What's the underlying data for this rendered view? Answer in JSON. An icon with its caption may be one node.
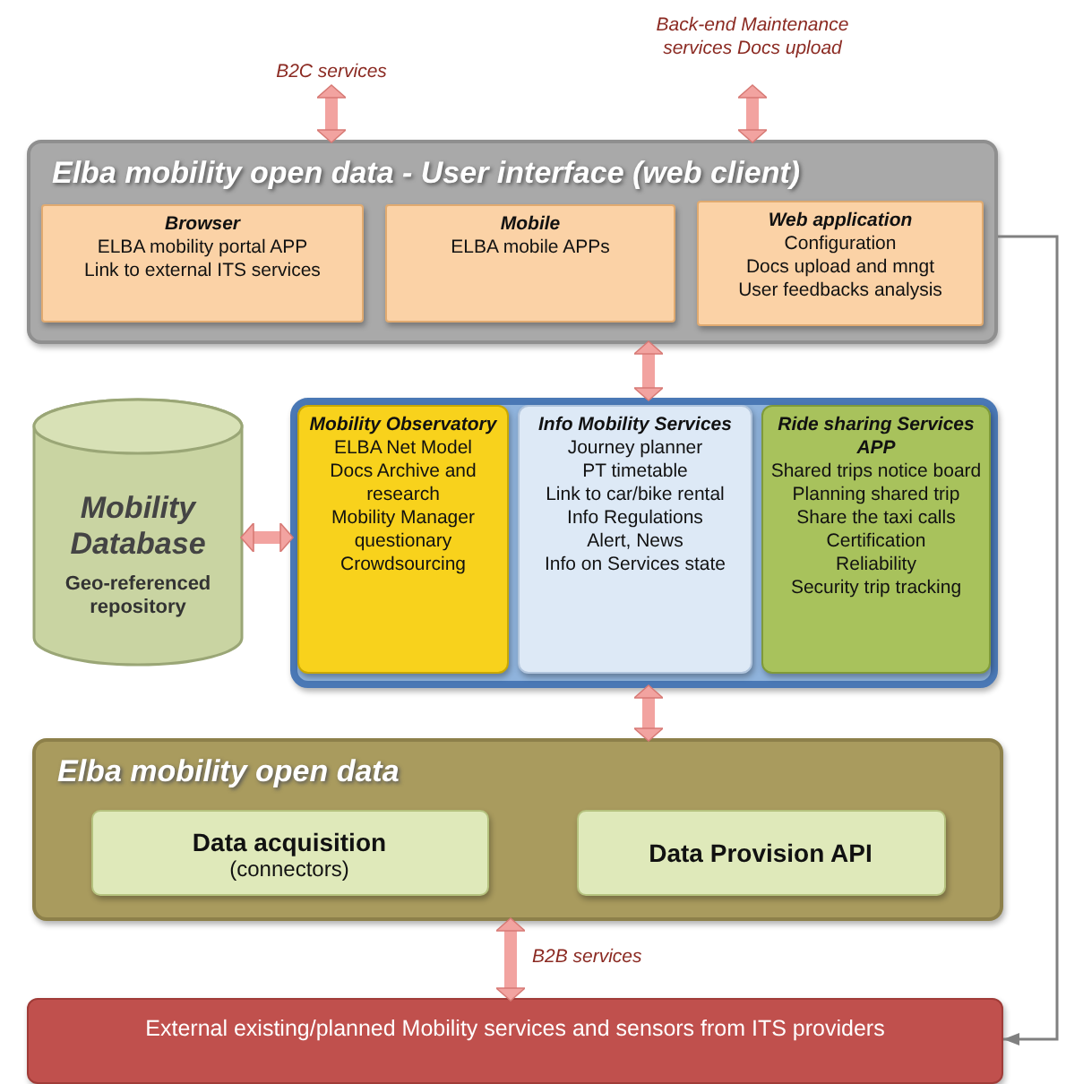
{
  "diagram": {
    "nodes": [
      {
        "text": [
          "Elba mobility open data - User interface (web client)"
        ]
      },
      {
        "text": [
          "Browser",
          "ELBA mobility portal APP",
          "Link to external ITS services"
        ],
        "in": 0
      },
      {
        "text": [
          "Mobile",
          "ELBA mobile APPs"
        ],
        "in": 0
      },
      {
        "text": [
          "Web application",
          "Configuration",
          "Docs upload and mngt",
          "User feedbacks analysis"
        ],
        "in": 0
      },
      {
        "text": [
          "Mobility Database",
          "Geo-referenced repository"
        ]
      },
      {
        "text": [],
        "shape": "box"
      },
      {
        "text": [
          "Mobility Observatory",
          "ELBA Net Model",
          "Docs Archive and research",
          "Mobility Manager questionary",
          "Crowdsourcing"
        ],
        "in": 5
      },
      {
        "text": [
          "Info Mobility Services",
          "Journey planner",
          "PT timetable",
          "Link to car/bike rental",
          "Info Regulations",
          "Alert, News",
          "Info on Services state"
        ],
        "in": 5
      },
      {
        "text": [
          "Ride sharing Services APP",
          "Shared trips notice board",
          "Planning shared trip",
          "Share the taxi calls",
          "Certification",
          "Reliability",
          "Security trip tracking"
        ],
        "in": 5
      },
      {
        "text": [
          "Elba mobility open data"
        ]
      },
      {
        "text": [
          "Data acquisition",
          "(connectors)"
        ],
        "in": 9
      },
      {
        "text": [
          "Data Provision API"
        ],
        "in": 9
      },
      {
        "text": [
          "External existing/planned Mobility services and sensors from ITS providers"
        ]
      }
    ],
    "edges": [
      {
        "from": null,
        "to": 0,
        "arrow": "both",
        "label": "B2C services"
      },
      {
        "from": null,
        "to": 0,
        "arrow": "both",
        "label": "Back-end Maintenance services Docs upload"
      },
      {
        "from": 0,
        "to": 5,
        "arrow": "both"
      },
      {
        "from": 4,
        "to": 5,
        "arrow": "both"
      },
      {
        "from": 5,
        "to": 9,
        "arrow": "both"
      },
      {
        "from": 9,
        "to": 12,
        "arrow": "both",
        "label": "B2B services"
      },
      {
        "from": 0,
        "to": 12,
        "arrow": "to",
        "color": "#808080"
      }
    ]
  }
}
